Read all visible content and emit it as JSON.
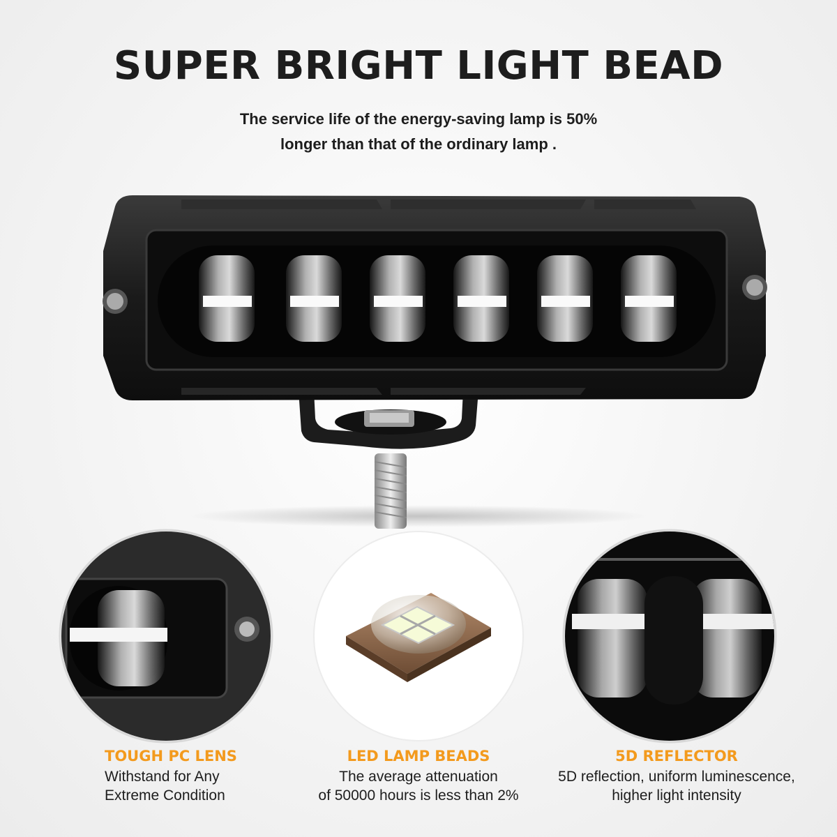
{
  "headline": "SUPER BRIGHT LIGHT BEAD",
  "subheadline": {
    "line1": "The service life of the energy-saving lamp is 50%",
    "line2": "longer than that of the ordinary lamp ."
  },
  "features": [
    {
      "title": "TOUGH PC LENS",
      "desc_line1": "Withstand for Any",
      "desc_line2": "Extreme Condition"
    },
    {
      "title": "LED LAMP BEADS",
      "desc_line1": "The average attenuation",
      "desc_line2": "of 50000 hours is less than 2%"
    },
    {
      "title": "5D REFLECTOR",
      "desc_line1": "5D reflection, uniform luminescence,",
      "desc_line2": "higher light intensity"
    }
  ],
  "colors": {
    "accent": "#f39a1d",
    "text": "#1d1d1d",
    "housing": "#1a1a1a"
  }
}
